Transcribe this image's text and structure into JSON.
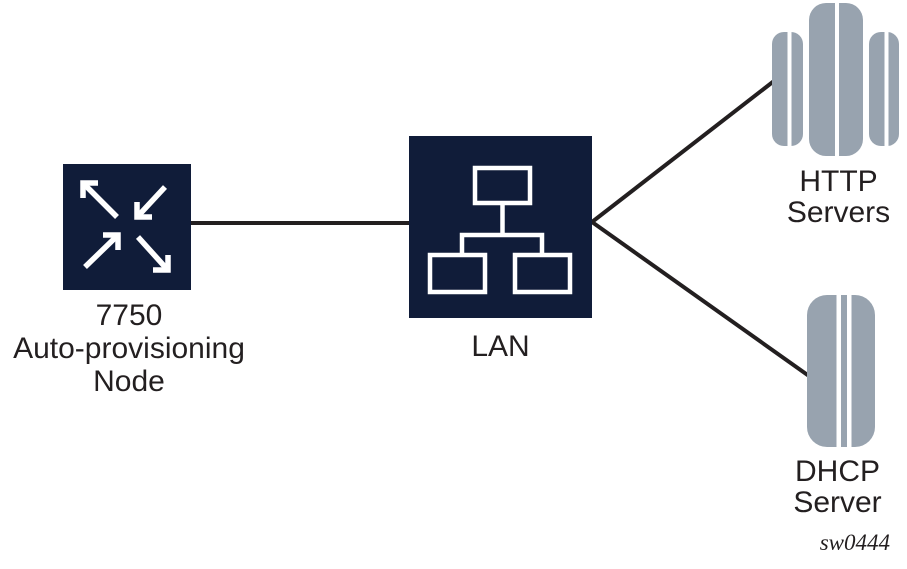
{
  "colors": {
    "navy": "#101c39",
    "server_gray": "#98a3af",
    "line": "#231f20",
    "text": "#231f20",
    "icon_stroke": "#ffffff"
  },
  "nodes": {
    "router": {
      "label_lines": [
        "7750",
        "Auto-provisioning",
        "Node"
      ],
      "icon": "four-diagonal-arrows-icon"
    },
    "lan": {
      "label": "LAN",
      "icon": "lan-tree-icon"
    },
    "http_servers": {
      "label_lines": [
        "HTTP",
        "Servers"
      ],
      "icon": "server-stack-icon"
    },
    "dhcp_server": {
      "label_lines": [
        "DHCP",
        "Server"
      ],
      "icon": "server-icon"
    }
  },
  "links": [
    {
      "from": "router",
      "to": "lan"
    },
    {
      "from": "lan",
      "to": "http_servers"
    },
    {
      "from": "lan",
      "to": "dhcp_server"
    }
  ],
  "watermark": "sw0444"
}
